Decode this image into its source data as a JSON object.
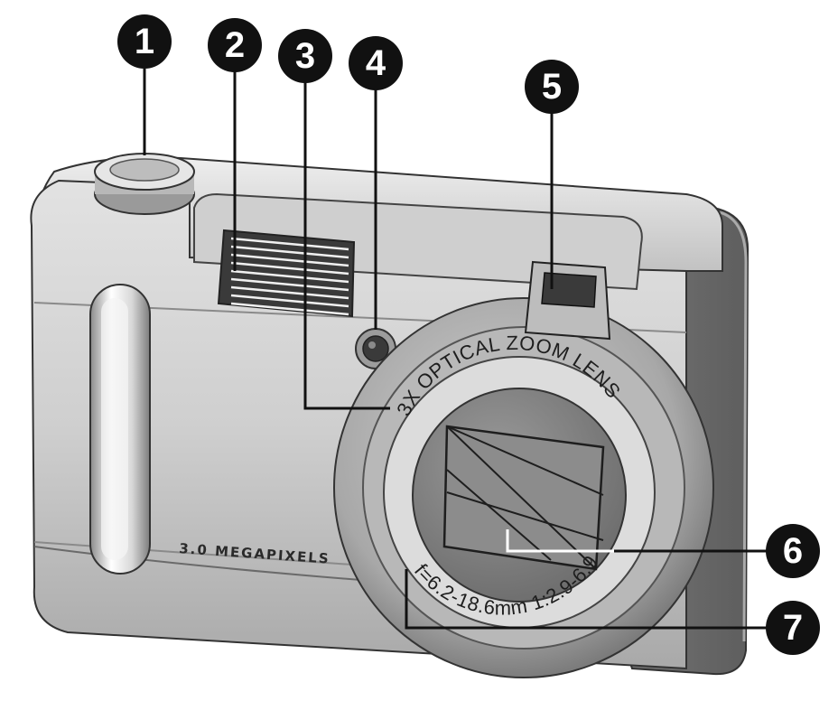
{
  "camera": {
    "megapixel_label": "3.0 MEGAPIXELS",
    "lens_top_text": "3X OPTICAL ZOOM LENS",
    "lens_bottom_text": "f=6.2-18.6mm 1:2.9-6.9"
  },
  "callouts": [
    {
      "number": "1"
    },
    {
      "number": "2"
    },
    {
      "number": "3"
    },
    {
      "number": "4"
    },
    {
      "number": "5"
    },
    {
      "number": "6"
    },
    {
      "number": "7"
    }
  ],
  "colors": {
    "body_light": "#d6d6d6",
    "body_mid": "#b4b4b4",
    "body_dark": "#7a7a7a",
    "callout_fill": "#111111",
    "leader_line": "#111111"
  }
}
